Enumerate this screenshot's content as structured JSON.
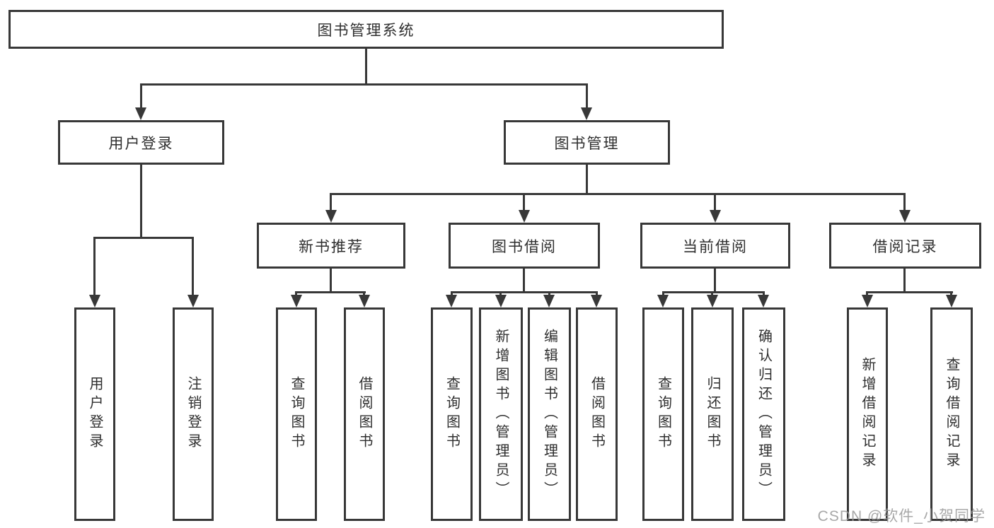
{
  "tree": {
    "label": "图书管理系统",
    "children": [
      {
        "label": "用户登录",
        "children": [
          {
            "label": "用户登录"
          },
          {
            "label": "注销登录"
          }
        ]
      },
      {
        "label": "图书管理",
        "children": [
          {
            "label": "新书推荐",
            "children": [
              {
                "label": "查询图书"
              },
              {
                "label": "借阅图书"
              }
            ]
          },
          {
            "label": "图书借阅",
            "children": [
              {
                "label": "查询图书"
              },
              {
                "label": "新增图书（管理员）"
              },
              {
                "label": "编辑图书（管理员）"
              },
              {
                "label": "借阅图书"
              }
            ]
          },
          {
            "label": "当前借阅",
            "children": [
              {
                "label": "查询图书"
              },
              {
                "label": "归还图书"
              },
              {
                "label": "确认归还（管理员）"
              }
            ]
          },
          {
            "label": "借阅记录",
            "children": [
              {
                "label": "新增借阅记录"
              },
              {
                "label": "查询借阅记录"
              }
            ]
          }
        ]
      }
    ]
  },
  "watermark": {
    "text": "CSDN @软件_小贺同学"
  },
  "colors": {
    "line": "#383838",
    "text": "#2f2f2f",
    "background": "#ffffff",
    "watermark": "#9a9a9a"
  }
}
